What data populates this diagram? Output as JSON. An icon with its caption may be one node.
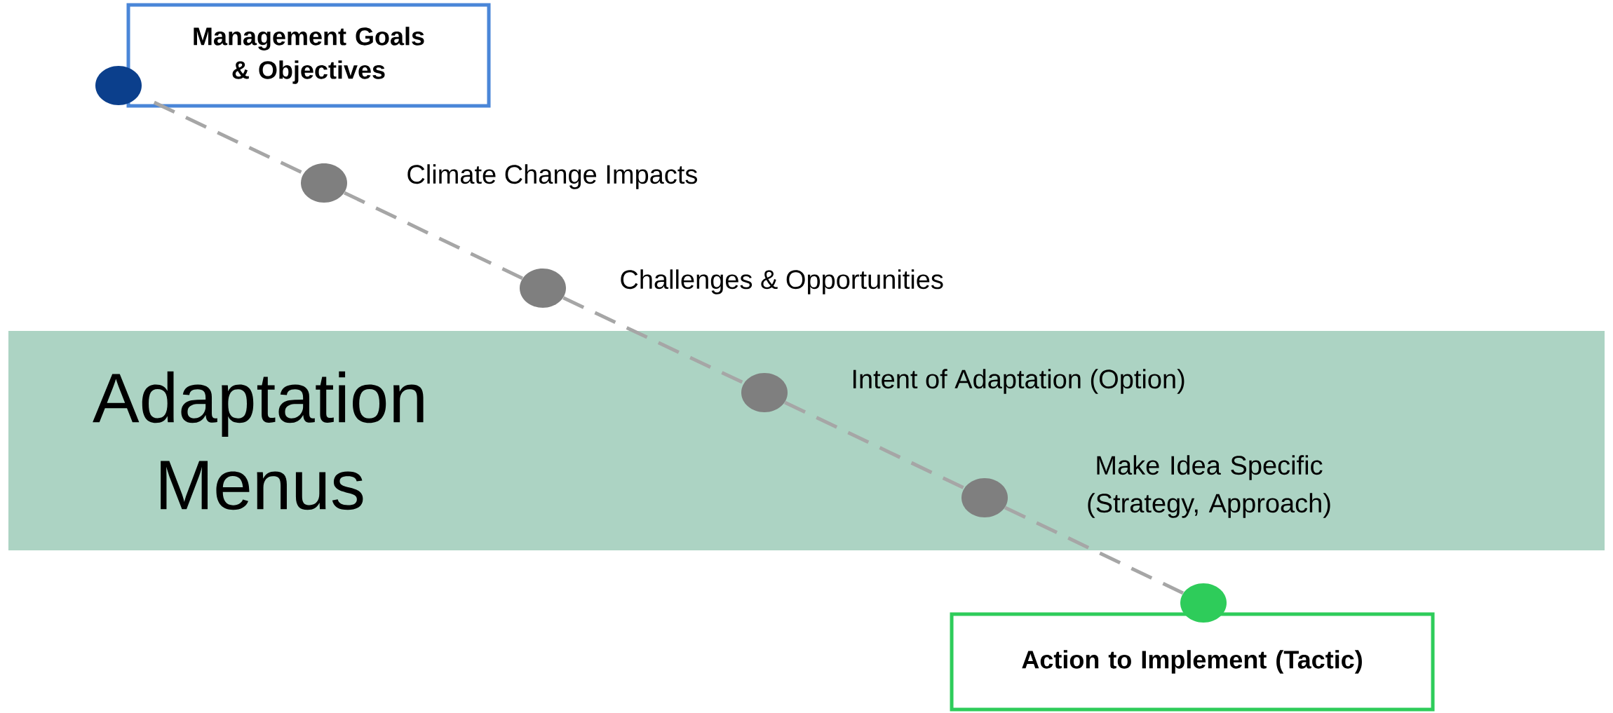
{
  "diagram": {
    "nodes": [
      {
        "text": [
          "Management Goals & Objectives"
        ]
      },
      {
        "text": [],
        "shape": "circle"
      },
      {
        "text": [],
        "shape": "circle",
        "beside": [
          "Climate Change Impacts"
        ]
      },
      {
        "text": [],
        "shape": "circle",
        "beside": [
          "Challenges &  Opportunities"
        ]
      },
      {
        "text": [
          "Adaptation Menus"
        ]
      },
      {
        "text": [],
        "shape": "circle",
        "in": 4,
        "beside": [
          "Intent of Adaptation (Option)"
        ]
      },
      {
        "text": [],
        "shape": "circle",
        "in": 4,
        "beside": [
          "Make Idea Specific (Strategy, Approach)"
        ]
      },
      {
        "text": [],
        "shape": "circle"
      },
      {
        "text": [
          "Action to Implement (Tactic)"
        ]
      }
    ],
    "edges": [
      {
        "from": 1,
        "to": 2,
        "arrow": "none",
        "style": "dashed"
      },
      {
        "from": 2,
        "to": 3,
        "arrow": "none",
        "style": "dashed"
      },
      {
        "from": 3,
        "to": 5,
        "arrow": "none",
        "style": "dashed"
      },
      {
        "from": 5,
        "to": 6,
        "arrow": "none",
        "style": "dashed"
      },
      {
        "from": 6,
        "to": 7,
        "arrow": "none",
        "style": "dashed"
      }
    ]
  }
}
